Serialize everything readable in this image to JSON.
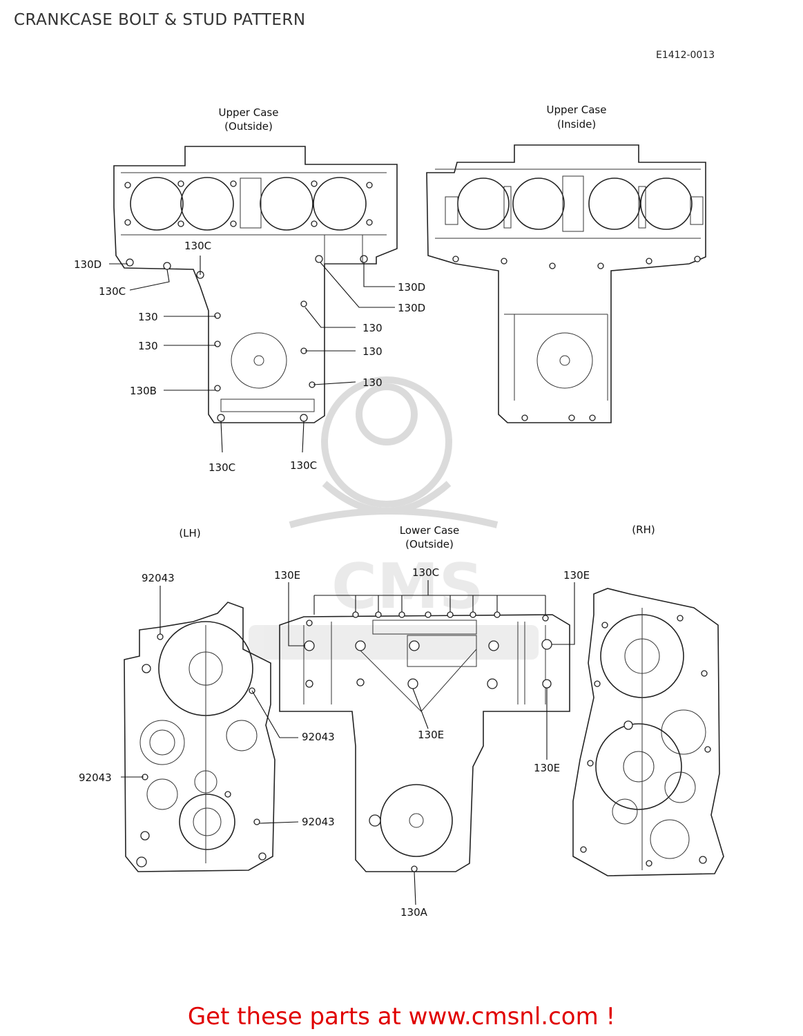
{
  "title": "CRANKCASE BOLT & STUD PATTERN",
  "ref_code": "E1412-0013",
  "sections": {
    "upper_outside": [
      "Upper Case",
      "(Outside)"
    ],
    "upper_inside": [
      "Upper Case",
      "(Inside)"
    ],
    "lh": "(LH)",
    "lower_outside": [
      "Lower Case",
      "(Outside)"
    ],
    "rh": "(RH)"
  },
  "callouts": {
    "upper": [
      "130C",
      "130D",
      "130C",
      "130",
      "130",
      "130B",
      "130C",
      "130C",
      "130D",
      "130D",
      "130",
      "130",
      "130"
    ],
    "lh": [
      "92043",
      "92043",
      "92043",
      "92043"
    ],
    "lower": [
      "130E",
      "130C",
      "130E",
      "130E",
      "130E",
      "130A"
    ]
  },
  "watermark": "CMS",
  "footer": "Get these parts at www.cmsnl.com !"
}
